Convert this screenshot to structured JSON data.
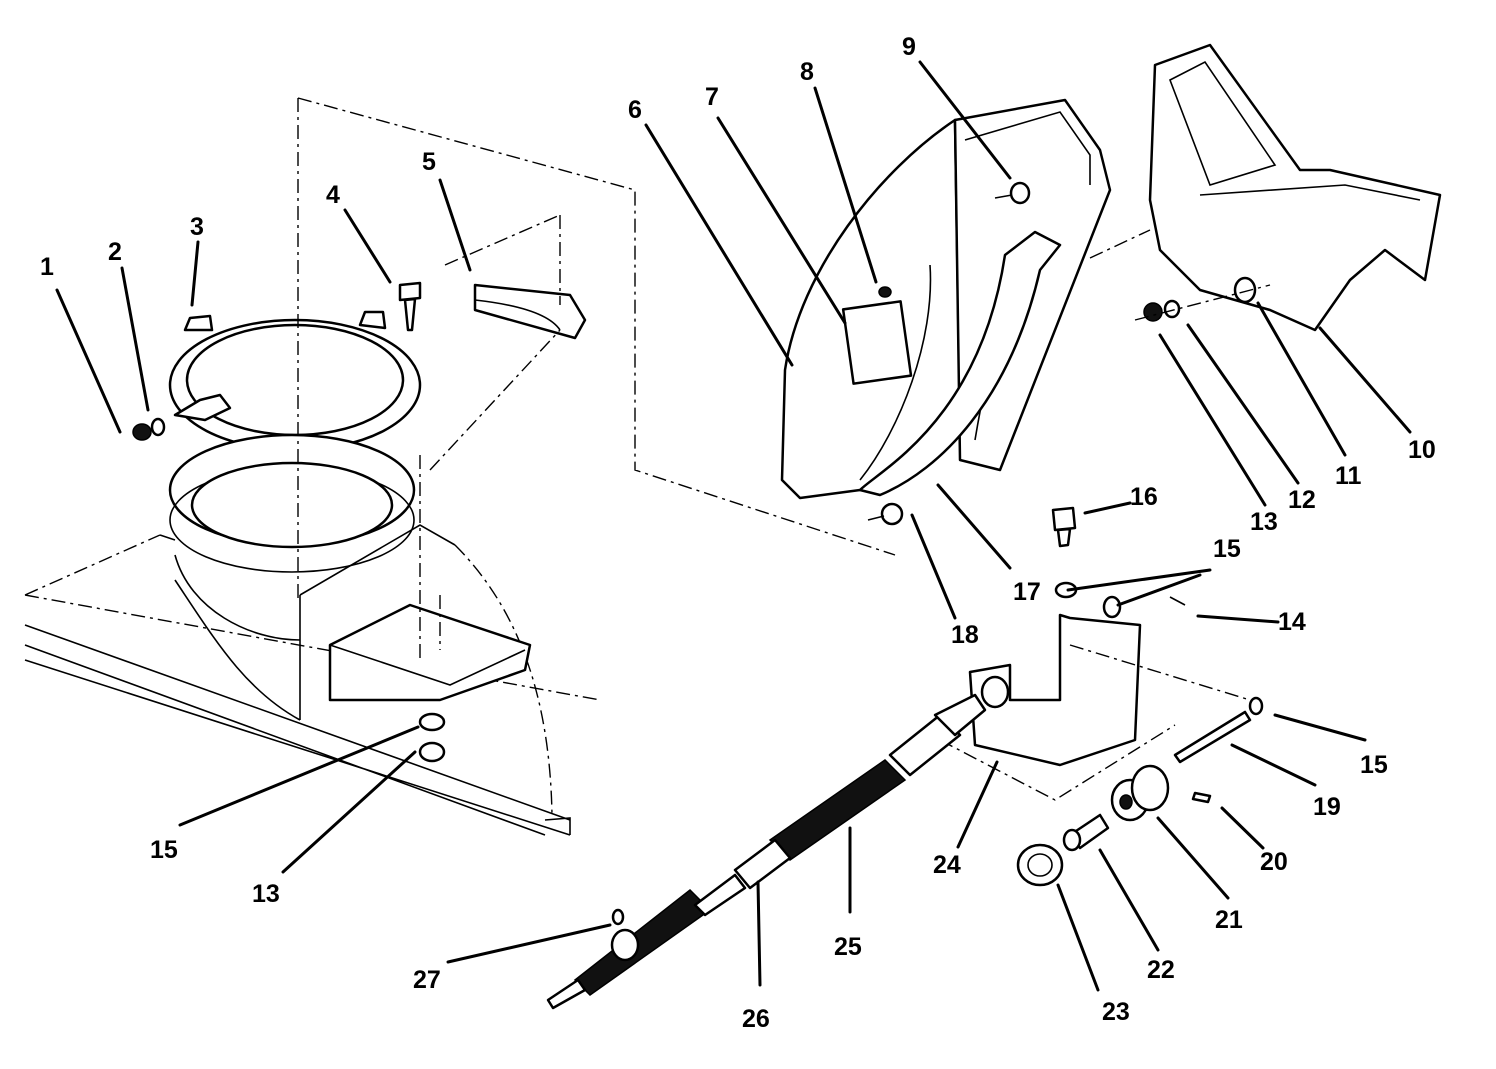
{
  "callouts": [
    {
      "id": "c1",
      "text": "1"
    },
    {
      "id": "c2",
      "text": "2"
    },
    {
      "id": "c3",
      "text": "3"
    },
    {
      "id": "c4",
      "text": "4"
    },
    {
      "id": "c5",
      "text": "5"
    },
    {
      "id": "c6",
      "text": "6"
    },
    {
      "id": "c7",
      "text": "7"
    },
    {
      "id": "c8",
      "text": "8"
    },
    {
      "id": "c9",
      "text": "9"
    },
    {
      "id": "c10",
      "text": "10"
    },
    {
      "id": "c11",
      "text": "11"
    },
    {
      "id": "c12",
      "text": "12"
    },
    {
      "id": "c13a",
      "text": "13"
    },
    {
      "id": "c13b",
      "text": "13"
    },
    {
      "id": "c14",
      "text": "14"
    },
    {
      "id": "c15a",
      "text": "15"
    },
    {
      "id": "c15b",
      "text": "15"
    },
    {
      "id": "c15c",
      "text": "15"
    },
    {
      "id": "c16",
      "text": "16"
    },
    {
      "id": "c17",
      "text": "17"
    },
    {
      "id": "c18",
      "text": "18"
    },
    {
      "id": "c19",
      "text": "19"
    },
    {
      "id": "c20",
      "text": "20"
    },
    {
      "id": "c21",
      "text": "21"
    },
    {
      "id": "c22",
      "text": "22"
    },
    {
      "id": "c23",
      "text": "23"
    },
    {
      "id": "c24",
      "text": "24"
    },
    {
      "id": "c25",
      "text": "25"
    },
    {
      "id": "c26",
      "text": "26"
    },
    {
      "id": "c27",
      "text": "27"
    }
  ]
}
